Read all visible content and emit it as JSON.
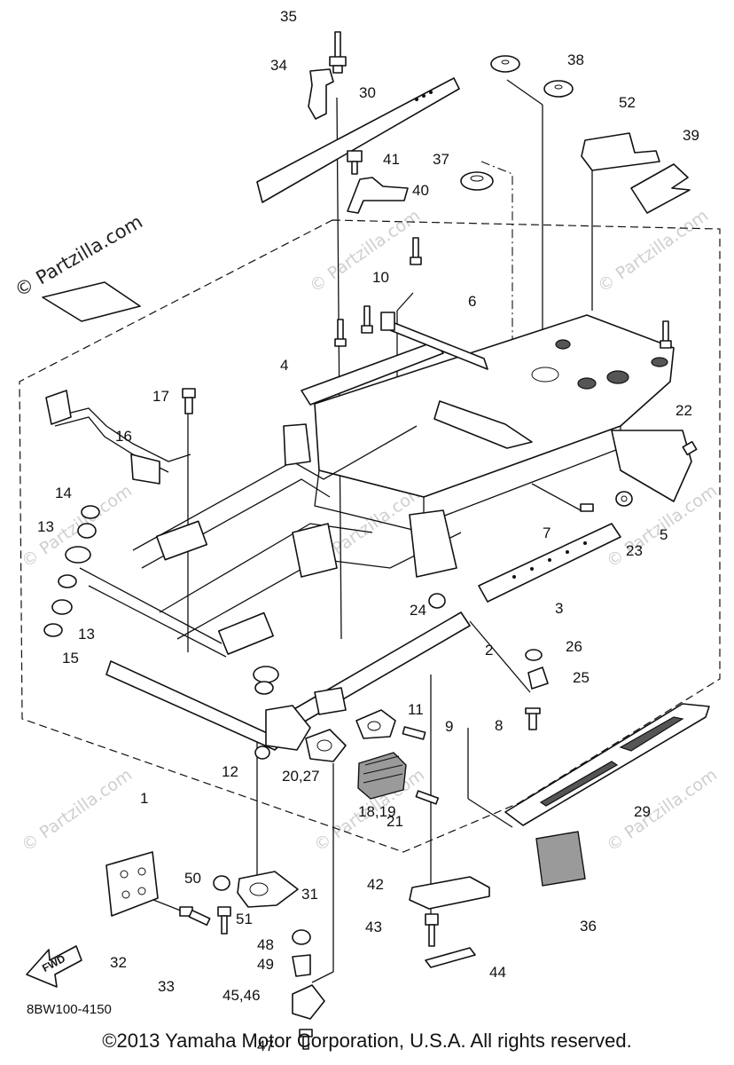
{
  "diagram": {
    "callouts": [
      {
        "id": "c35",
        "text": "35"
      },
      {
        "id": "c34",
        "text": "34"
      },
      {
        "id": "c30",
        "text": "30"
      },
      {
        "id": "c38",
        "text": "38"
      },
      {
        "id": "c52",
        "text": "52"
      },
      {
        "id": "c39",
        "text": "39"
      },
      {
        "id": "c41",
        "text": "41"
      },
      {
        "id": "c37",
        "text": "37"
      },
      {
        "id": "c40",
        "text": "40"
      },
      {
        "id": "c10",
        "text": "10"
      },
      {
        "id": "c6",
        "text": "6"
      },
      {
        "id": "c4",
        "text": "4"
      },
      {
        "id": "c17",
        "text": "17"
      },
      {
        "id": "c16",
        "text": "16"
      },
      {
        "id": "c22",
        "text": "22"
      },
      {
        "id": "c14",
        "text": "14"
      },
      {
        "id": "c13a",
        "text": "13"
      },
      {
        "id": "c7",
        "text": "7"
      },
      {
        "id": "c23",
        "text": "23"
      },
      {
        "id": "c5",
        "text": "5"
      },
      {
        "id": "c3",
        "text": "3"
      },
      {
        "id": "c24",
        "text": "24"
      },
      {
        "id": "c13b",
        "text": "13"
      },
      {
        "id": "c15",
        "text": "15"
      },
      {
        "id": "c2",
        "text": "2"
      },
      {
        "id": "c26",
        "text": "26"
      },
      {
        "id": "c25",
        "text": "25"
      },
      {
        "id": "c11",
        "text": "11"
      },
      {
        "id": "c8",
        "text": "8"
      },
      {
        "id": "c9",
        "text": "9"
      },
      {
        "id": "c12",
        "text": "12"
      },
      {
        "id": "c2027",
        "text": "20,27"
      },
      {
        "id": "c1",
        "text": "1"
      },
      {
        "id": "c1819",
        "text": "18,19"
      },
      {
        "id": "c21",
        "text": "21"
      },
      {
        "id": "c29",
        "text": "29"
      },
      {
        "id": "c50",
        "text": "50"
      },
      {
        "id": "c31",
        "text": "31"
      },
      {
        "id": "c42",
        "text": "42"
      },
      {
        "id": "c36",
        "text": "36"
      },
      {
        "id": "c51",
        "text": "51"
      },
      {
        "id": "c43",
        "text": "43"
      },
      {
        "id": "c48",
        "text": "48"
      },
      {
        "id": "c32",
        "text": "32"
      },
      {
        "id": "c49",
        "text": "49"
      },
      {
        "id": "c33",
        "text": "33"
      },
      {
        "id": "c44",
        "text": "44"
      },
      {
        "id": "c4546",
        "text": "45,46"
      },
      {
        "id": "c47",
        "text": "47"
      }
    ],
    "fwd_label": "FWD",
    "diagram_code": "8BW100-4150",
    "watermark_main": "© Partzilla.com",
    "watermark_faint": "© Partzilla.com"
  },
  "footer": {
    "copyright": "©2013 Yamaha Motor Corporation, U.S.A. All rights reserved."
  }
}
